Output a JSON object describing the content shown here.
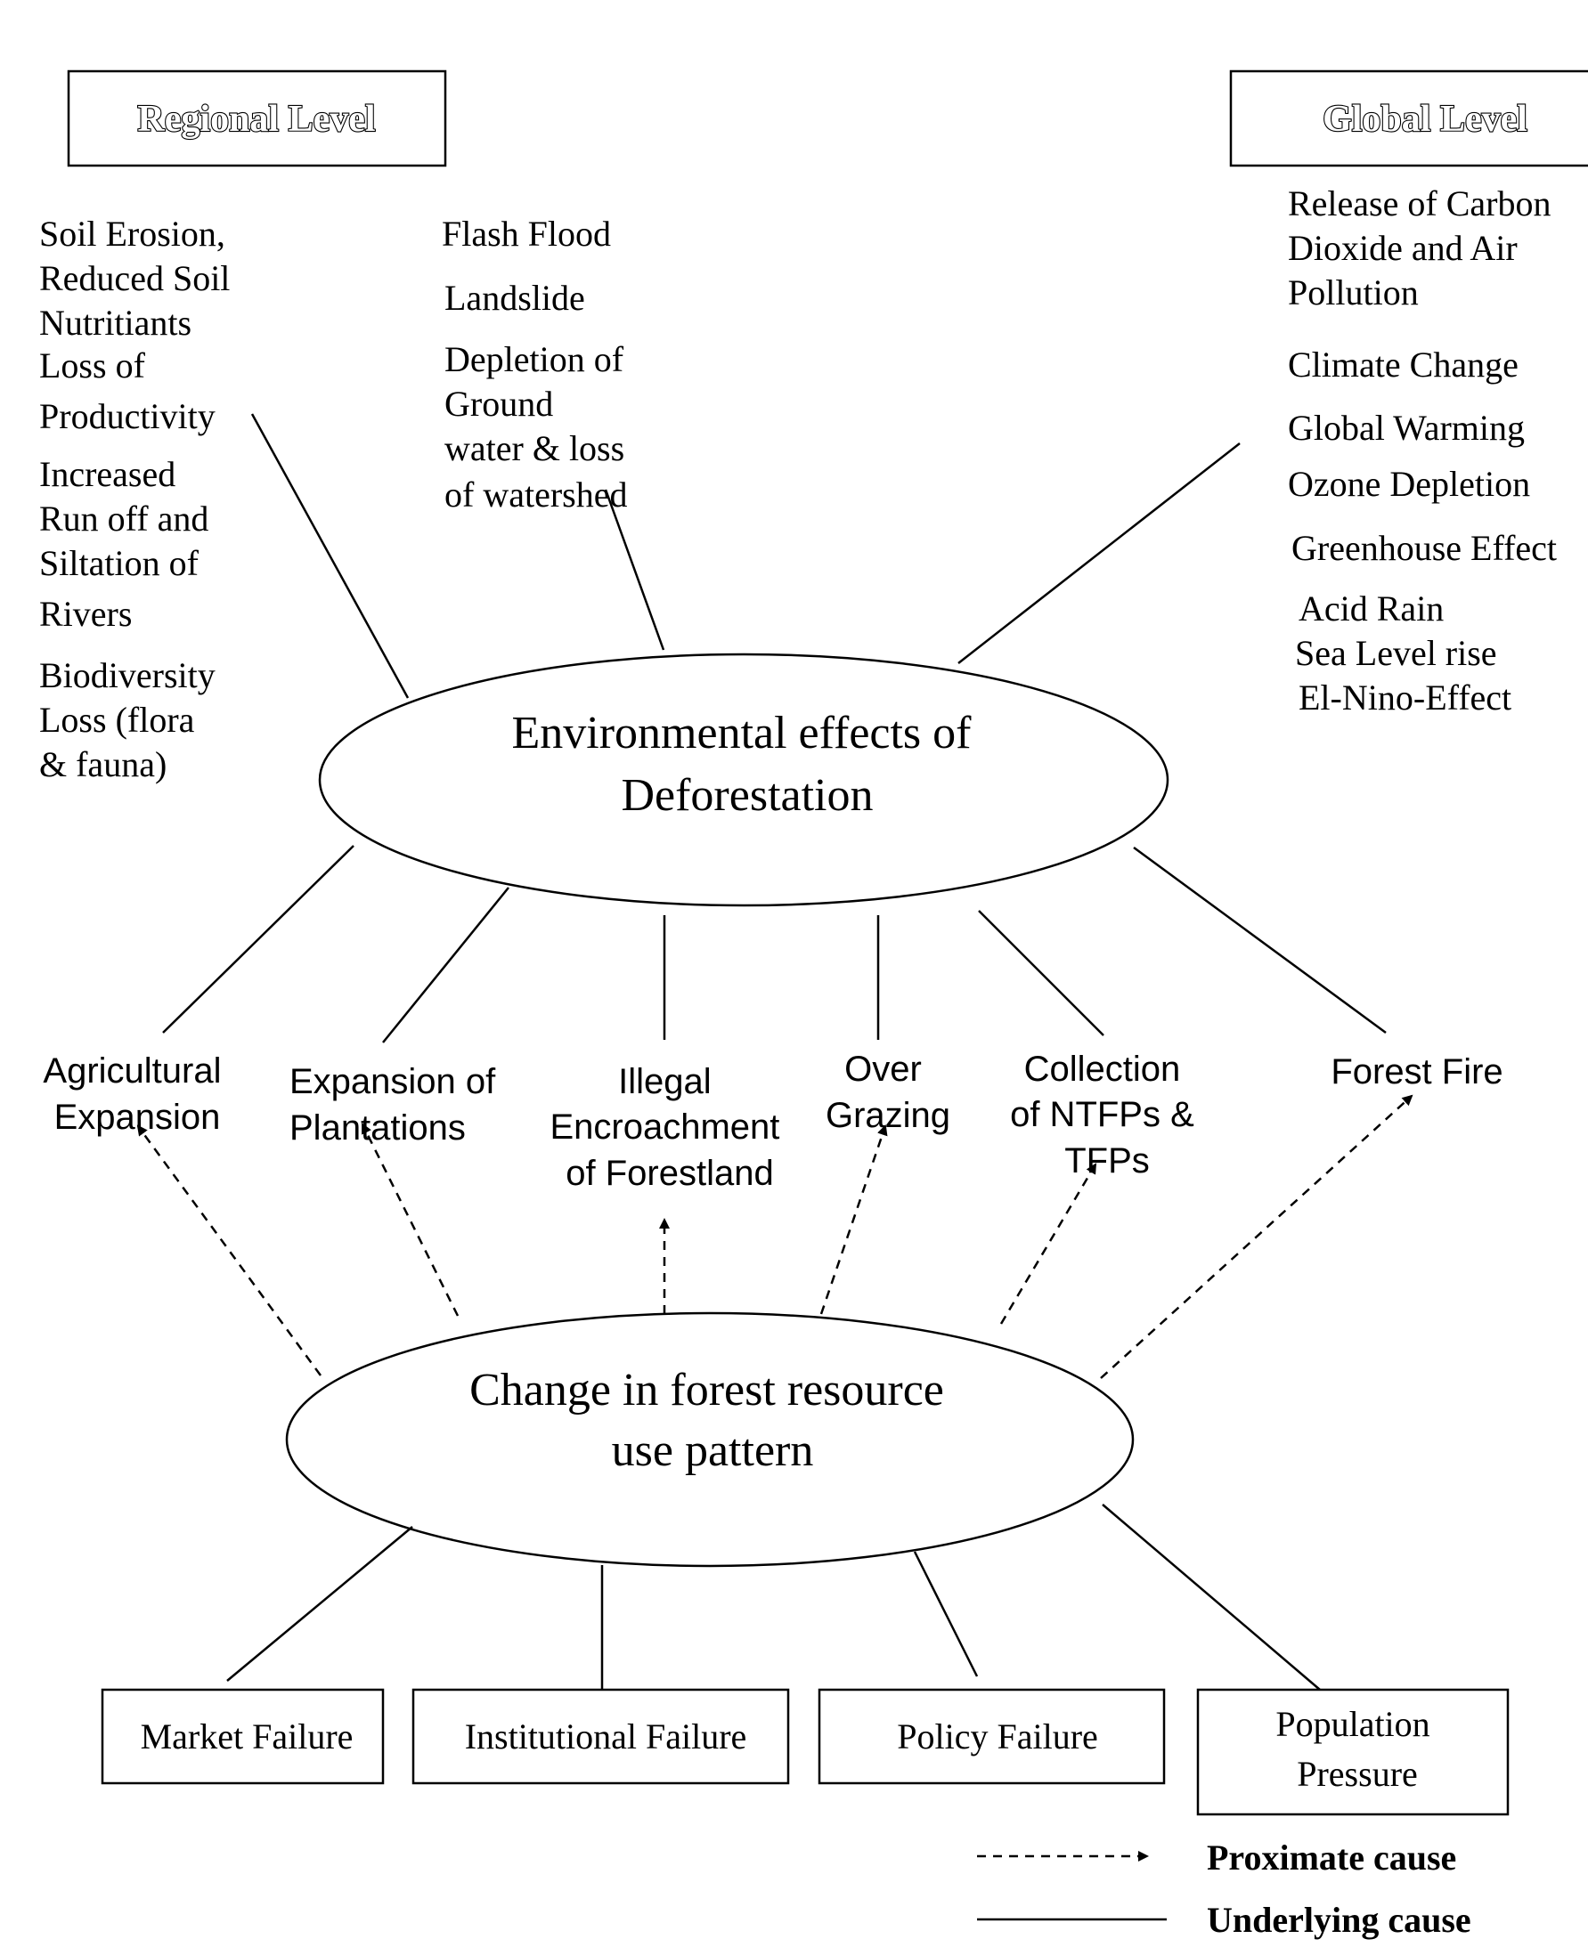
{
  "headers": {
    "regional": "Regional Level",
    "global": "Global Level"
  },
  "regional_effects": [
    [
      "Soil Erosion,",
      "Reduced Soil",
      "Nutritiants"
    ],
    [
      "Loss  of",
      "Productivity"
    ],
    [
      "Increased",
      "Run off and",
      "Siltation of",
      "Rivers"
    ],
    [
      "Biodiversity",
      "Loss (flora",
      "& fauna)"
    ]
  ],
  "hydro_effects": [
    [
      "Flash Flood"
    ],
    [
      "Landslide"
    ],
    [
      "Depletion of",
      "Ground",
      "water & loss",
      "of watershed"
    ]
  ],
  "global_effects": [
    [
      "Release of Carbon",
      "Dioxide and Air",
      "Pollution"
    ],
    [
      "Climate Change"
    ],
    [
      "Global Warming"
    ],
    [
      "Ozone Depletion"
    ],
    [
      "Greenhouse Effect"
    ],
    [
      "Acid Rain",
      "Sea Level rise",
      "El-Nino-Effect"
    ]
  ],
  "central_node": [
    "Environmental effects of",
    "Deforestation"
  ],
  "proximate_causes": [
    [
      "Agricultural",
      "Expansion"
    ],
    [
      "Expansion of",
      "Plantations"
    ],
    [
      "Illegal",
      "Encroachment",
      "of Forestland"
    ],
    [
      "Over",
      "Grazing"
    ],
    [
      "Collection",
      "of NTFPs &",
      "TFPs"
    ],
    [
      "Forest Fire"
    ]
  ],
  "change_node": [
    "Change in forest resource",
    "use pattern"
  ],
  "underlying_causes": [
    [
      "Market Failure"
    ],
    [
      "Institutional Failure"
    ],
    [
      "Policy Failure"
    ],
    [
      "Population",
      "Pressure"
    ]
  ],
  "legend": {
    "proximate": "Proximate cause",
    "underlying": "Underlying cause"
  }
}
